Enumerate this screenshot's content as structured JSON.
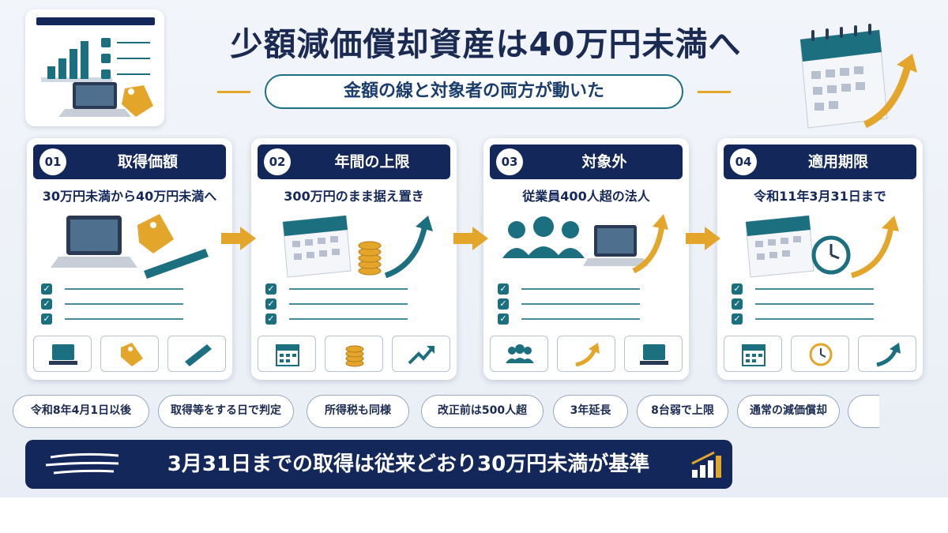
{
  "header": {
    "title": "少額減価償却資産は40万円未満へ",
    "subtitle": "金額の線と対象者の両方が動いた"
  },
  "cards": [
    {
      "num": "01",
      "title": "取得価額",
      "subtitle": "30万円未満から40万円未満へ"
    },
    {
      "num": "02",
      "title": "年間の上限",
      "subtitle": "300万円のまま据え置き"
    },
    {
      "num": "03",
      "title": "対象外",
      "subtitle": "従業員400人超の法人"
    },
    {
      "num": "04",
      "title": "適用期限",
      "subtitle": "令和11年3月31日まで"
    }
  ],
  "tags": [
    "令和8年4月1日以後",
    "取得等をする日で判定",
    "所得税も同様",
    "改正前は500人超",
    "3年延長",
    "8台弱で上限",
    "通常の減価償却"
  ],
  "banner": {
    "text": "3月31日までの取得は従来どおり30万円未満が基準"
  },
  "colors": {
    "navy": "#14275a",
    "teal": "#1b6f7f",
    "gold": "#e3a52a"
  }
}
